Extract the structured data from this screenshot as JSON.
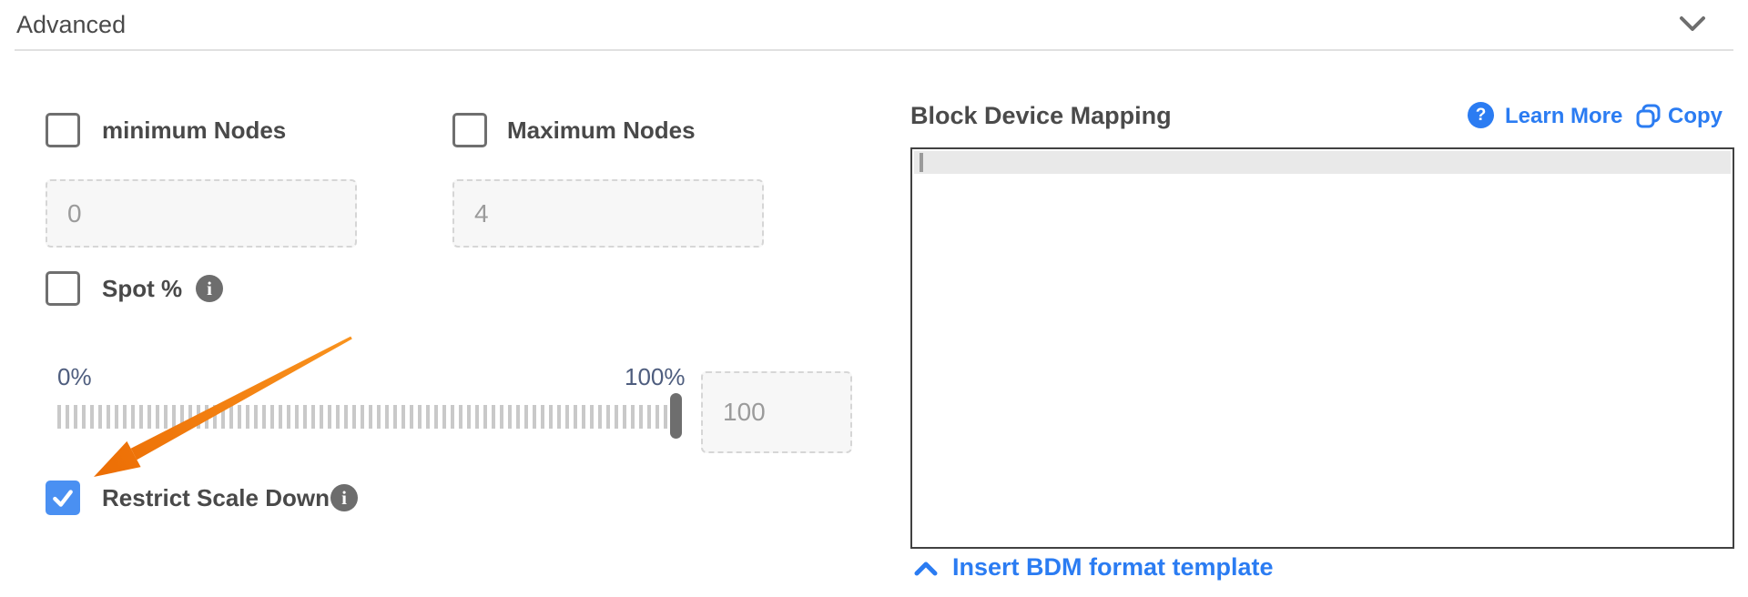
{
  "header": {
    "title": "Advanced",
    "collapse_icon": "chevron-down"
  },
  "left": {
    "min_nodes": {
      "label": "minimum Nodes",
      "checked": false,
      "value": "0"
    },
    "max_nodes": {
      "label": "Maximum Nodes",
      "checked": false,
      "value": "4"
    },
    "spot": {
      "label": "Spot %",
      "checked": false,
      "info_icon": "info-circle"
    },
    "slider": {
      "min_label": "0%",
      "max_label": "100%",
      "value": "100",
      "position_pct": 100
    },
    "restrict": {
      "label": "Restrict Scale Down",
      "checked": true,
      "info_icon": "info-circle"
    }
  },
  "right": {
    "title": "Block Device Mapping",
    "learn_more": "Learn More",
    "copy": "Copy",
    "editor_content": "",
    "insert_template": "Insert BDM format template"
  },
  "annotation": {
    "shape": "orange-arrow",
    "points_at": "restrict-scale-down-checkbox"
  },
  "colors": {
    "accent_blue": "#2b7cf2",
    "checkbox_checked_blue": "#4a90f2",
    "arrow_orange": "#f2770b",
    "label_gray": "#494949",
    "placeholder_gray": "#9b9b9b",
    "slider_label_slate": "#4e5d7e",
    "tick_gray": "#c9c9c9",
    "handle_gray": "#6e6e6e",
    "editor_border": "#414141",
    "editor_line_highlight": "#e9e9e9"
  }
}
